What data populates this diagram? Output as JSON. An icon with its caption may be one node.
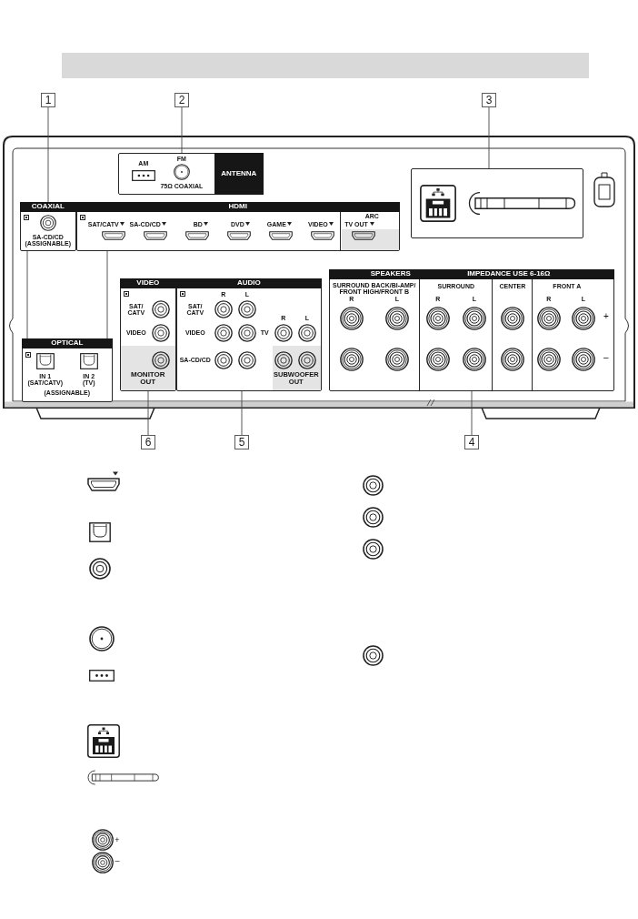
{
  "diagram": {
    "nodes": [
      {
        "text": [],
        "shape": "bar"
      },
      {
        "text": [
          "1"
        ]
      },
      {
        "text": [
          "2"
        ]
      },
      {
        "text": [
          "3"
        ]
      },
      {
        "text": [
          "AM",
          "FM",
          "75Ω COAXIAL",
          "ANTENNA"
        ]
      },
      {
        "text": [],
        "shape": "box"
      },
      {
        "text": [
          "COAXIAL",
          "SA-CD/CD (ASSIGNABLE)"
        ]
      },
      {
        "text": [
          "HDMI",
          "SAT/CATV",
          "SA-CD/CD",
          "BD",
          "DVD",
          "GAME",
          "VIDEO",
          "TV OUT",
          "ARC"
        ]
      },
      {
        "text": [
          "OPTICAL",
          "IN 1 (SAT/CATV)",
          "IN 2 (TV)",
          "(ASSIGNABLE)"
        ]
      },
      {
        "text": [
          "VIDEO",
          "SAT/ CATV",
          "VIDEO",
          "MONITOR OUT"
        ]
      },
      {
        "text": [
          "AUDIO",
          "R",
          "L",
          "SAT/ CATV",
          "VIDEO",
          "SA-CD/CD",
          "TV",
          "R",
          "L",
          "SUBWOOFER OUT"
        ]
      },
      {
        "text": [
          "SPEAKERS",
          "IMPEDANCE USE 6-16Ω",
          "SURROUND BACK/BI-AMP/ FRONT HIGH/FRONT B",
          "R",
          "L",
          "SURROUND",
          "R",
          "L",
          "CENTER",
          "FRONT A",
          "R",
          "L",
          "+",
          "–"
        ]
      },
      {
        "text": [
          "6"
        ]
      },
      {
        "text": [
          "5"
        ]
      },
      {
        "text": [
          "4"
        ]
      }
    ],
    "edges": [
      {
        "from": 1,
        "to": 6,
        "arrow": "none"
      },
      {
        "from": 2,
        "to": 4,
        "arrow": "none"
      },
      {
        "from": 3,
        "to": 5,
        "arrow": "none"
      },
      {
        "from": 6,
        "to": 8,
        "arrow": "none"
      },
      {
        "from": 7,
        "to": 8,
        "arrow": "none"
      },
      {
        "from": 12,
        "to": 9,
        "arrow": "none"
      },
      {
        "from": 13,
        "to": 10,
        "arrow": "none"
      },
      {
        "from": 14,
        "to": 11,
        "arrow": "none"
      }
    ],
    "labels": [
      "+",
      "–"
    ]
  }
}
